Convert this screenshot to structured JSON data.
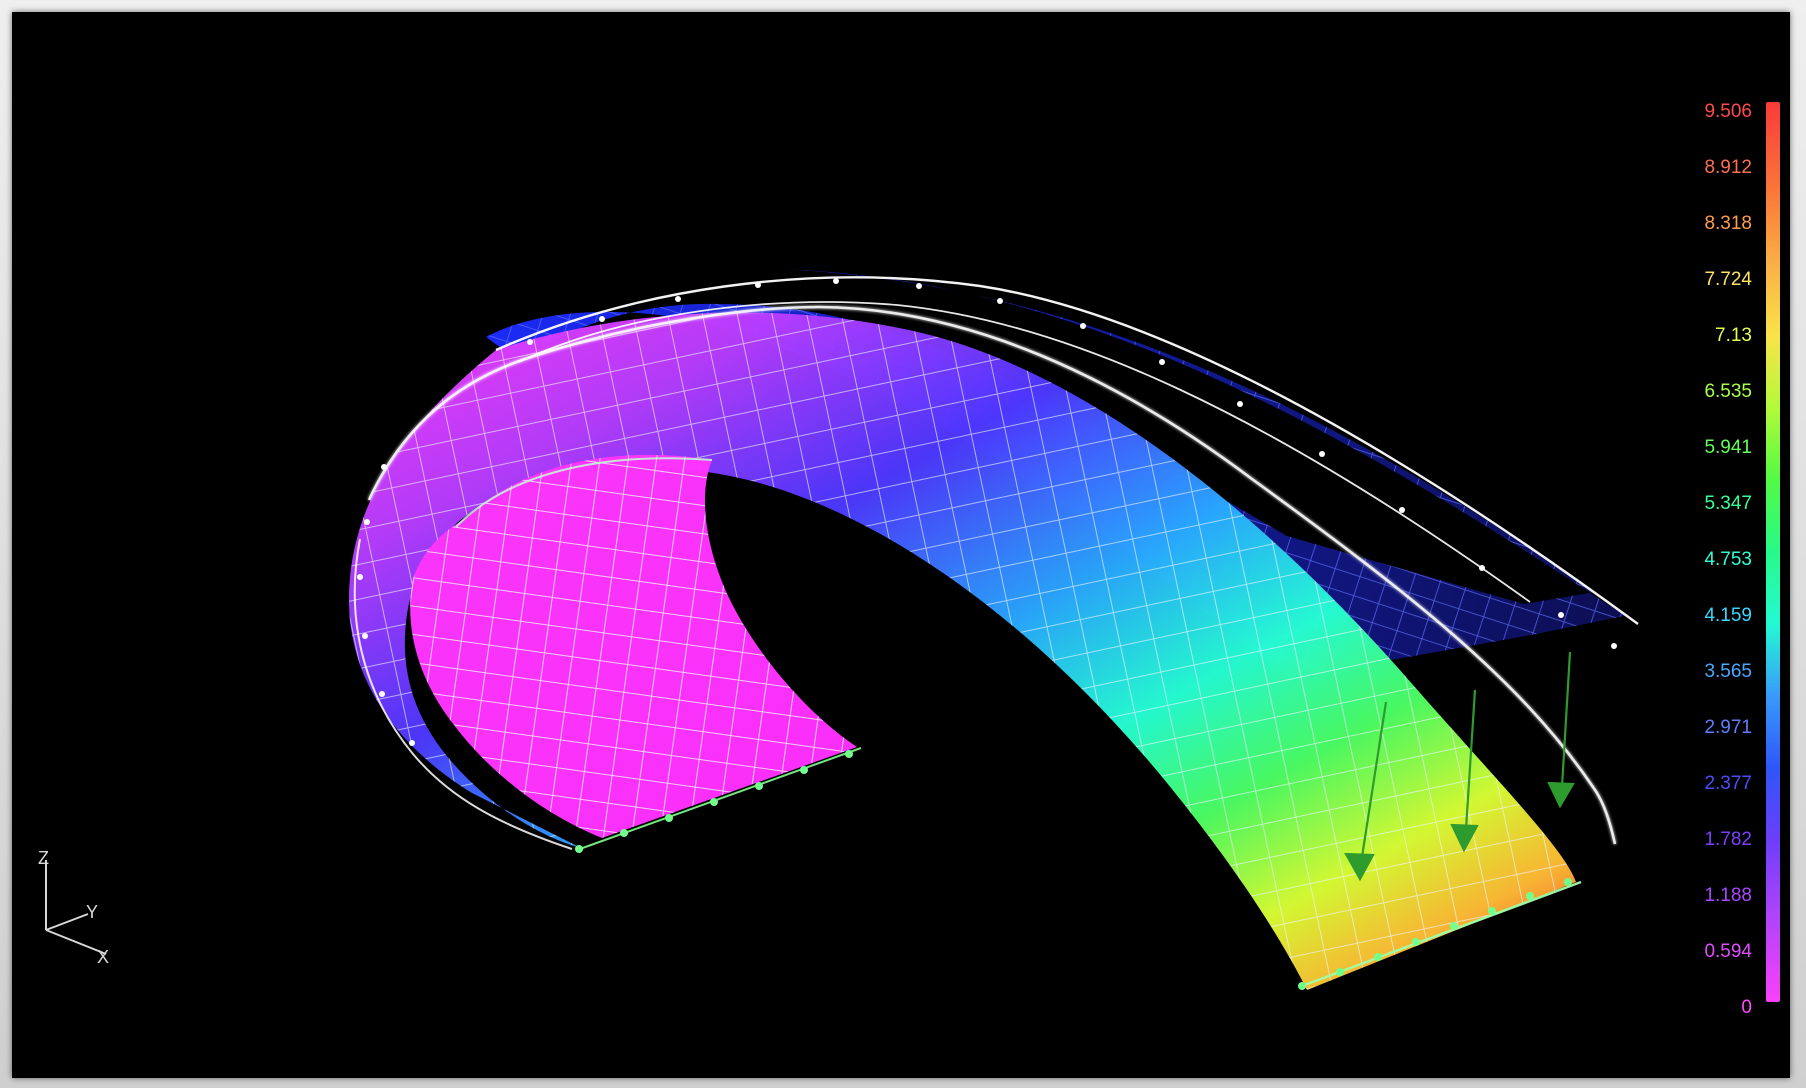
{
  "legend": {
    "values": [
      "9.506",
      "8.912",
      "8.318",
      "7.724",
      "7.13",
      "6.535",
      "5.941",
      "5.347",
      "4.753",
      "4.159",
      "3.565",
      "2.971",
      "2.377",
      "1.782",
      "1.188",
      "0.594",
      "0"
    ],
    "colors": [
      "#ff4a4a",
      "#ff6f52",
      "#ff9d4e",
      "#ffe35c",
      "#e8ff4a",
      "#a4ff4b",
      "#64ff5a",
      "#39ff94",
      "#31ffd6",
      "#37d7ff",
      "#4aa8ff",
      "#5f7eff",
      "#4c4dff",
      "#7c40ff",
      "#a746ff",
      "#e04dff",
      "#ff4bff"
    ]
  },
  "axis_triad": {
    "z_label": "Z",
    "y_label": "Y",
    "x_label": "X"
  },
  "model": {
    "theme_colors": {
      "background": "#000000",
      "outline": "#ffffff",
      "mesh_line": "#dfe8ff",
      "node": "#70ff88",
      "load_arrow": "#2ea12e"
    }
  }
}
